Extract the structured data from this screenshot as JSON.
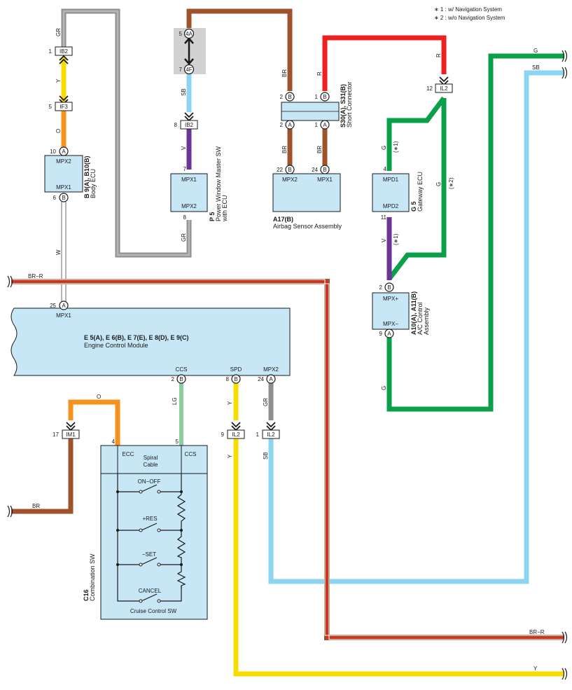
{
  "legend": {
    "note1": "∗ 1 : w/ Navigation System",
    "note2": "∗ 2 : w/o Navigation System"
  },
  "connectors": {
    "ib2_top": "IB2",
    "if3": "IF3",
    "ib2_p5": "IB2",
    "il2_gw": "IL2",
    "im1": "IM1",
    "il2_y": "IL2",
    "il2_sb": "IL2",
    "conn_4a": "4A",
    "conn_4f": "4F"
  },
  "components": {
    "body_ecu": {
      "id": "B 9(A), B10(B)",
      "name": "Body ECU",
      "pin1": "MPX2",
      "pin2": "MPX1"
    },
    "power_window": {
      "id": "P 5",
      "name": "Power Window Master SW",
      "name2": "with ECU",
      "pin1": "MPX1",
      "pin2": "MPX2"
    },
    "short_connector": {
      "id": "S30(A), S31(B)",
      "name": "Short Connector"
    },
    "airbag": {
      "id": "A17(B)",
      "name": "Airbag Sensor Assembly",
      "pin1": "MPX2",
      "pin2": "MPX1"
    },
    "gateway": {
      "id": "G 5",
      "name": "Gateway ECU",
      "pin1": "MPD1",
      "pin2": "MPD2"
    },
    "ac_control": {
      "id": "A10(A), A11(B)",
      "name": "A/C Control",
      "name2": "Assembly",
      "pin1": "MPX+",
      "pin2": "MPX−"
    },
    "ecm": {
      "id": "E 5(A), E 6(B), E 7(E), E 8(D), E 9(C)",
      "name": "Engine Control Module",
      "pin_mpx1": "MPX1",
      "pin_ccs": "CCS",
      "pin_spd": "SPD",
      "pin_mpx2": "MPX2"
    },
    "combination_sw": {
      "id": "C16",
      "name": "Combination SW",
      "spiral": "Spiral",
      "cable": "Cable",
      "ecc": "ECC",
      "ccs": "CCS",
      "on_off": "ON−OFF",
      "res": "+RES",
      "set": "−SET",
      "cancel": "CANCEL",
      "cruise": "Cruise Control SW"
    }
  },
  "wires": {
    "gr_top": "GR",
    "y_ib2": "Y",
    "o_if3": "O",
    "w_body": "W",
    "gr_p5": "GR",
    "sb_p5": "SB",
    "v_p5": "V",
    "br_4a": "BR",
    "r_sc": "R",
    "br_sc1": "BR",
    "br_sc2": "BR",
    "r_il2": "R",
    "g_right": "G",
    "sb_right": "SB",
    "g_gw1": "G",
    "g_gw2": "G",
    "v_gw": "V",
    "g_ac": "G",
    "br_r_left": "BR−R",
    "br_r_right": "BR−R",
    "o_ecc": "O",
    "br_im1": "BR",
    "lg_ccs": "LG",
    "y_spd": "Y",
    "gr_mpx2": "GR",
    "y_il2": "Y",
    "sb_il2": "SB",
    "y_bottom": "Y",
    "note1a": "(∗1)",
    "note2": "(∗2)",
    "note1b": "(∗1)"
  },
  "pins": {
    "p1": "1",
    "p5": "5",
    "p10": "10",
    "p6": "6",
    "p5b": "5",
    "p7": "7",
    "p8": "8",
    "p7b": "7",
    "p8b": "8",
    "p2": "2",
    "p1b": "1",
    "p2b": "2",
    "p1c": "1",
    "p22": "22",
    "p24": "24",
    "p12": "12",
    "p4": "4",
    "p11": "11",
    "p2c": "2",
    "p9": "9",
    "p25": "25",
    "p2d": "2",
    "p8c": "8",
    "p24b": "24",
    "p17": "17",
    "p4b": "4",
    "p5c": "5",
    "p9b": "9",
    "p1d": "1"
  },
  "terminals": {
    "A": "A",
    "B": "B"
  },
  "colors": {
    "gray": "#8e8e8e",
    "yellow": "#f7dc00",
    "orange": "#f5921e",
    "white": "#ffffff",
    "brown": "#a0522d",
    "skyblue": "#8dd3f2",
    "violet": "#6a3596",
    "red": "#ee2020",
    "green": "#0aa04a",
    "lightgreen": "#8ccd9d",
    "box": "#c7e6f6"
  }
}
